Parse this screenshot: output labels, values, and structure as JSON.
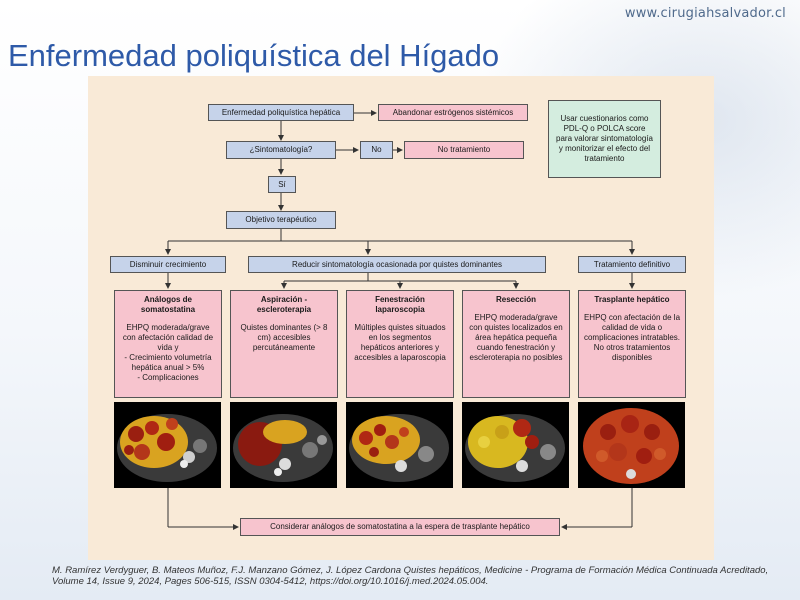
{
  "header": {
    "url": "www.cirugiahsalvador.cl",
    "title": "Enfermedad poliquística del Hígado"
  },
  "diagram": {
    "top_box": "Enfermedad poliquística hepática",
    "abandon_box": "Abandonar estrógenos sistémicos",
    "symptom_box": "¿Sintomatología?",
    "no_box": "No",
    "no_treatment_box": "No tratamiento",
    "si_box": "Sí",
    "objective_box": "Objetivo terapéutico",
    "questionnaire_box": "Usar cuestionarios como PDL-Q o POLCA score para valorar sintomatología y monitorizar el efecto del tratamiento",
    "branch_left": "Disminuir crecimiento",
    "branch_middle": "Reducir sintomatología ocasionada por quistes dominantes",
    "branch_right": "Tratamiento definitivo",
    "columns": [
      {
        "heading": "Análogos de somatostatina",
        "text": "EHPQ moderada/grave con afectación calidad de vida y\n- Crecimiento volumetría hepática anual > 5%\n- Complicaciones"
      },
      {
        "heading": "Aspiración - escleroterapia",
        "text": "Quistes dominantes (> 8 cm) accesibles percutáneamente"
      },
      {
        "heading": "Fenestración laparoscopia",
        "text": "Múltiples quistes situados en los segmentos hepáticos anteriores y accesibles a laparoscopia"
      },
      {
        "heading": "Resección",
        "text": "EHPQ moderada/grave con quistes localizados en área hepática pequeña cuando fenestración y escleroterapia no posibles"
      },
      {
        "heading": "Trasplante hepático",
        "text": "EHPQ con afectación de la calidad de vida o complicaciones intratables. No otros tratamientos disponibles"
      }
    ],
    "bottom_box": "Considerar análogos de somatostatina a la espera de trasplante hepático"
  },
  "citation": "M. Ramírez Verdyguer, B. Mateos Muñoz, F.J. Manzano Gómez, J. López Cardona Quistes hepáticos, Medicine - Programa de Formación Médica Continuada Acreditado, Volume 14, Issue 9, 2024, Pages 506-515, ISSN 0304-5412, https://doi.org/10.1016/j.med.2024.05.004.",
  "colors": {
    "title": "#2e5aa8",
    "panel": "#f9ead7",
    "blue_box": "#c6d3ea",
    "pink_box": "#f7c4ce",
    "green_box": "#d4eddf"
  }
}
